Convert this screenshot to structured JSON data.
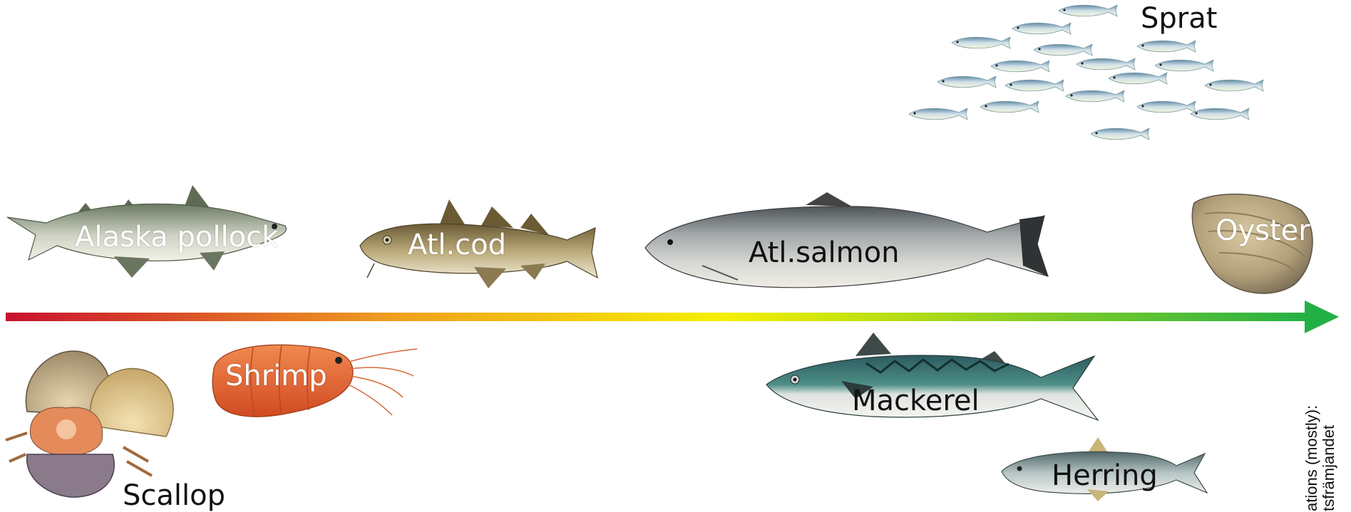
{
  "species": {
    "alaska_pollock": "Alaska pollock",
    "atl_cod": "Atl.cod",
    "atl_salmon": "Atl.salmon",
    "oyster": "Oyster",
    "sprat": "Sprat",
    "shrimp": "Shrimp",
    "scallop": "Scallop",
    "mackerel": "Mackerel",
    "herring": "Herring"
  },
  "side_note": {
    "line1": "ations (mostly):",
    "line2": "tsfrämjandet"
  },
  "colors": {
    "arrow_start": "#c8102e",
    "arrow_mid1": "#f0a020",
    "arrow_mid2": "#f5f000",
    "arrow_end": "#22b045"
  },
  "icons": [
    "alaska-pollock-illustration",
    "atl-cod-illustration",
    "atl-salmon-illustration",
    "oyster-illustration",
    "sprat-school-illustration",
    "shrimp-illustration",
    "scallop-illustration",
    "mackerel-illustration",
    "herring-illustration"
  ]
}
